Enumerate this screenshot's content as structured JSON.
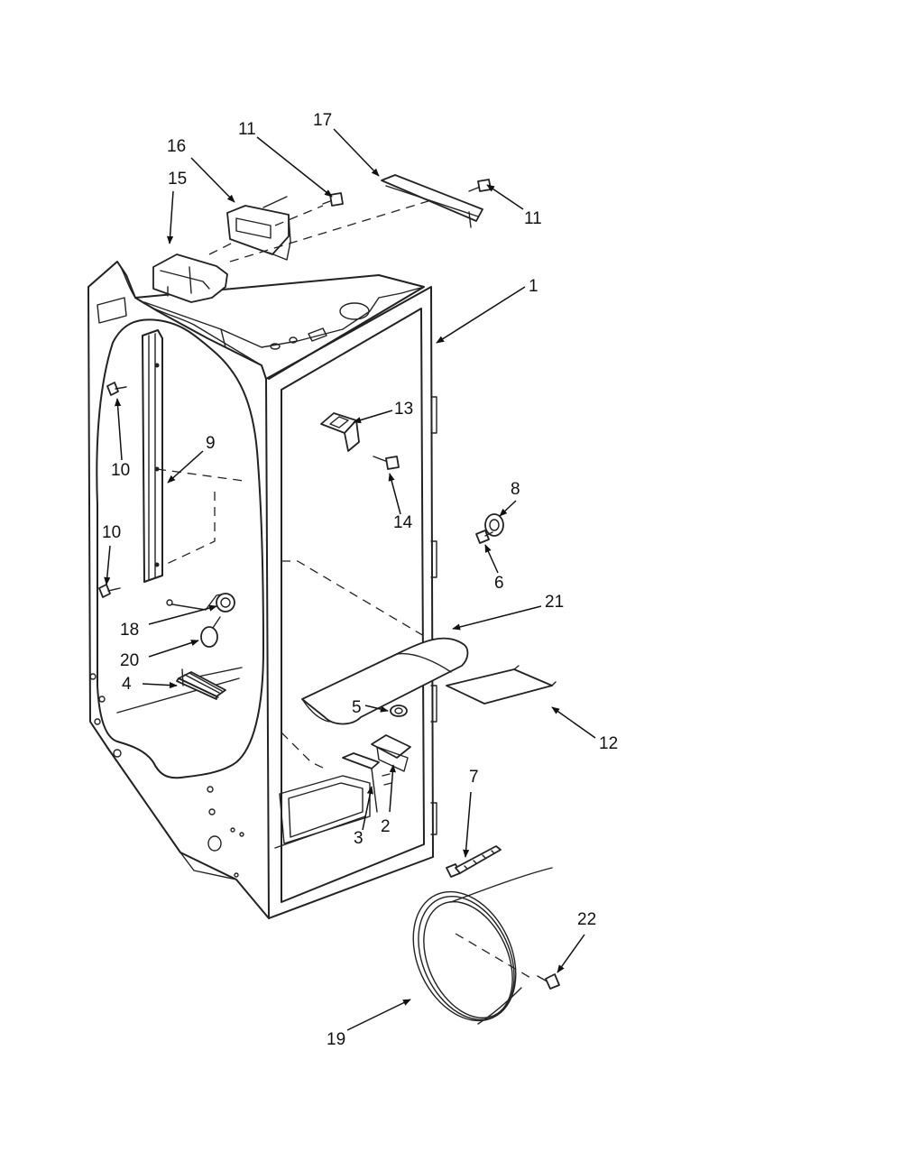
{
  "diagram": {
    "callouts": [
      {
        "id": "c1",
        "label": "1"
      },
      {
        "id": "c2",
        "label": "2"
      },
      {
        "id": "c3",
        "label": "3"
      },
      {
        "id": "c4",
        "label": "4"
      },
      {
        "id": "c5",
        "label": "5"
      },
      {
        "id": "c6",
        "label": "6"
      },
      {
        "id": "c7",
        "label": "7"
      },
      {
        "id": "c8",
        "label": "8"
      },
      {
        "id": "c9",
        "label": "9"
      },
      {
        "id": "c10a",
        "label": "10"
      },
      {
        "id": "c10b",
        "label": "10"
      },
      {
        "id": "c11a",
        "label": "11"
      },
      {
        "id": "c11b",
        "label": "11"
      },
      {
        "id": "c12",
        "label": "12"
      },
      {
        "id": "c13",
        "label": "13"
      },
      {
        "id": "c14",
        "label": "14"
      },
      {
        "id": "c15",
        "label": "15"
      },
      {
        "id": "c16",
        "label": "16"
      },
      {
        "id": "c17",
        "label": "17"
      },
      {
        "id": "c18",
        "label": "18"
      },
      {
        "id": "c19",
        "label": "19"
      },
      {
        "id": "c20",
        "label": "20"
      },
      {
        "id": "c21",
        "label": "21"
      },
      {
        "id": "c22",
        "label": "22"
      }
    ]
  }
}
